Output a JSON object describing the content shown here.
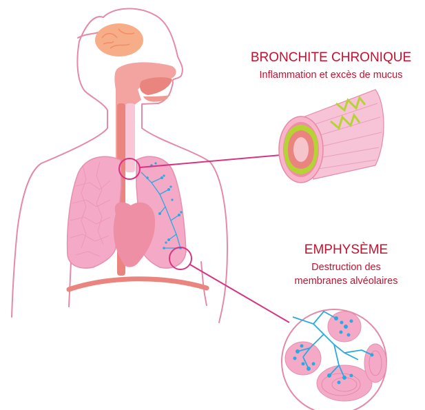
{
  "bronchitis": {
    "title": "BRONCHITE CHRONIQUE",
    "subtitle": "Inflammation et excès de mucus"
  },
  "emphysema": {
    "title": "EMPHYSÈME",
    "subtitle_line1": "Destruction des",
    "subtitle_line2": "membranes alvéolaires"
  },
  "colors": {
    "label_red": "#c8102e",
    "outline_pink": "#e48aa6",
    "lung_pink": "#f4a9c6",
    "heart_pink": "#ee8fa6",
    "alveoli_blue": "#29a9df",
    "brain_orange": "#f7ad88",
    "airway_salmon": "#e9847e",
    "connector_magenta": "#d63384",
    "inflammation_yellow": "#b6d334"
  }
}
